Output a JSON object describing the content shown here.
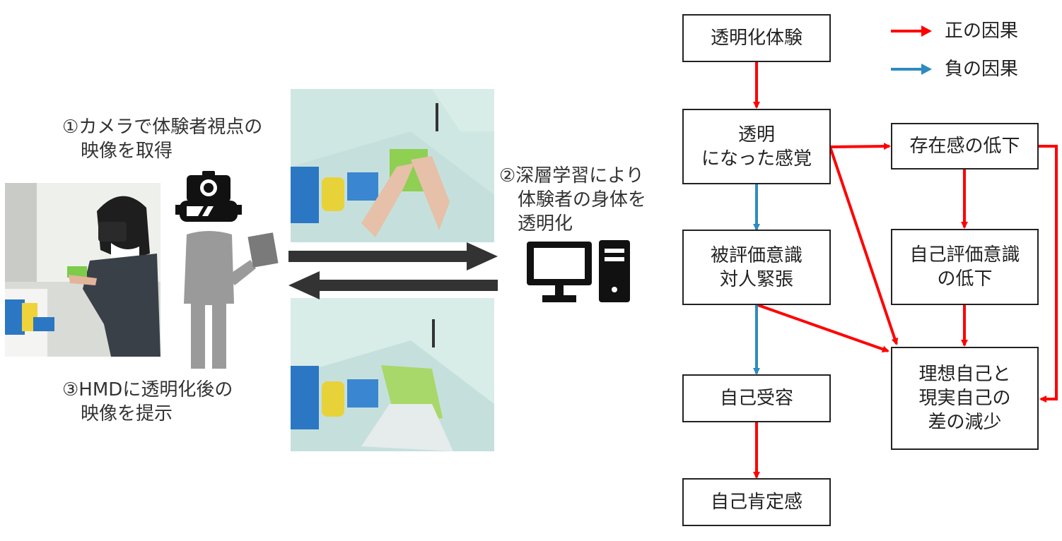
{
  "captions": {
    "camera": "①カメラで体験者視点の\n　映像を取得",
    "deep": "②深層学習により\n　体験者の身体を\n　透明化",
    "hmd": "③HMDに透明化後の\n　映像を提示"
  },
  "legend": {
    "positive": {
      "label": "正の因果",
      "color": "#ff0000"
    },
    "negative": {
      "label": "負の因果",
      "color": "#2e8bc0"
    }
  },
  "nodes": {
    "n1": "透明化体験",
    "n2": "透明\nになった感覚",
    "n3": "被評価意識\n対人緊張",
    "n4": "自己受容",
    "n5": "自己肯定感",
    "n6": "存在感の低下",
    "n7": "自己評価意識\nの低下",
    "n8": "理想自己と\n現実自己の\n差の減少"
  },
  "icons": {
    "person": "person-silhouette-icon",
    "camera": "camera-icon",
    "hmd": "vr-headset-icon",
    "computer": "desktop-computer-icon"
  }
}
